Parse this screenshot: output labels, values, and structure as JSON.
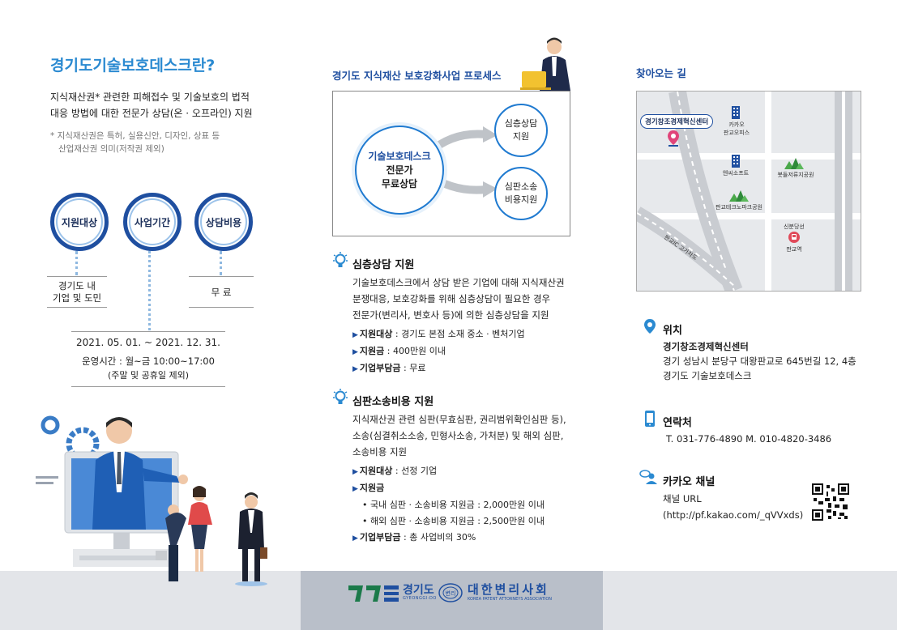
{
  "left": {
    "title": "경기도기술보호데스크란?",
    "intro_line1": "지식재산권* 관련한 피해접수 및 기술보호의 법적",
    "intro_line2": "대응 방법에 대한 전문가 상담(온 · 오프라인) 지원",
    "note_line1": "* 지식재산권은 특허, 실용신안, 디자인, 상표 등",
    "note_line2": "산업재산권 의미(저작권 제외)",
    "circles": [
      {
        "label": "지원대상",
        "value_line1": "경기도 내",
        "value_line2": "기업 및 도민"
      },
      {
        "label": "사업기간"
      },
      {
        "label": "상담비용",
        "value_line1": "무    료"
      }
    ],
    "period": "2021. 05. 01.  ~ 2021. 12. 31.",
    "hours": "운영시간 : 월~금 10:00~17:00",
    "hours_note": "(주말 및 공휴일 제외)"
  },
  "middle": {
    "process_title": "경기도 지식재산 보호강화사업 프로세스",
    "center_line1": "기술보호데스크",
    "center_line2": "전문가",
    "center_line3": "무료상담",
    "node1_line1": "심층상담",
    "node1_line2": "지원",
    "node2_line1": "심판소송",
    "node2_line2": "비용지원",
    "sec1": {
      "title": "심층상담 지원",
      "body1": "기술보호데스크에서 상담 받은 기업에 대해 지식재산권",
      "body2": "분쟁대응, 보호강화를 위해 심층상담이 필요한 경우",
      "body3": "전문가(변리사, 변호사 등)에 의한 심층상담을 지원",
      "b1_label": "지원대상",
      "b1_value": " : 경기도 본점 소재 중소 · 벤처기업",
      "b2_label": "지원금",
      "b2_value": " : 400만원 이내",
      "b3_label": "기업부담금",
      "b3_value": " : 무료"
    },
    "sec2": {
      "title": "심판소송비용 지원",
      "body1": "지식재산권 관련 심판(무효심판, 권리범위확인심판 등),",
      "body2": "소송(심결취소소송, 민형사소송, 가처분) 및 해외 심판,",
      "body3": "소송비용 지원",
      "b1_label": "지원대상",
      "b1_value": " : 선정 기업",
      "b2_label": "지원금",
      "sub1": "• 국내 심판 · 소송비용 지원금 : 2,000만원 이내",
      "sub2": "• 해외 심판 · 소송비용 지원금 : 2,500만원 이내",
      "b3_label": "기업부담금",
      "b3_value": " : 총 사업비의 30%"
    }
  },
  "right": {
    "directions_title": "찾아오는 길",
    "map": {
      "center_label": "경기창조경제혁신센터",
      "kakao_label_1": "카카오",
      "kakao_label_2": "판교오피스",
      "ncsoft": "엔씨소프트",
      "park1": "봇들저류지공원",
      "park2": "판교테크노파크공원",
      "station_line": "신분당선",
      "station": "판교역",
      "road": "판교IC 고가차도"
    },
    "location_title": "위치",
    "location_name": "경기창조경제혁신센터",
    "location_addr": "경기 성남시 분당구 대왕판교로 645번길 12, 4층",
    "location_desk": "경기도 기술보호데스크",
    "contact_title": "연락처",
    "contact": "T. 031-776-4890   M. 010-4820-3486",
    "kakao_title": "카카오 채널",
    "kakao_url_label": "채널 URL",
    "kakao_url": "(http://pf.kakao.com/_qVVxds)"
  },
  "footer": {
    "gyeonggi": "경기도",
    "gyeonggi_en": "GYEONGGI-DO",
    "kpaa": "대한변리사회",
    "kpaa_en": "KOREA PATENT ATTORNEYS ASSOCIATION",
    "seal_text": "변리"
  },
  "colors": {
    "accent_blue": "#2b8ad1",
    "navy": "#1f4fa0",
    "gyeonggi_green": "#1b7a4a",
    "gyeonggi_blue": "#1f4fa0"
  }
}
